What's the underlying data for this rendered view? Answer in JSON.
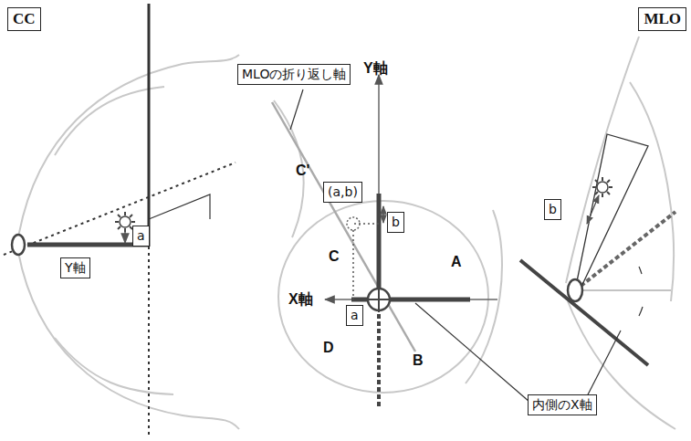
{
  "diagram": {
    "nodes": [
      {
        "text": [
          "CC"
        ]
      },
      {
        "text": [
          "MLOの折り返し軸"
        ]
      },
      {
        "text": [
          "MLO"
        ]
      },
      {
        "text": [
          "Y軸"
        ]
      },
      {
        "text": [
          "a"
        ]
      },
      {
        "text": [
          "(a,b)"
        ]
      },
      {
        "text": [
          "b"
        ]
      },
      {
        "text": [
          "a"
        ]
      },
      {
        "text": [
          "b"
        ]
      },
      {
        "text": [
          "内側のX軸"
        ]
      }
    ],
    "labels": [
      "Y軸",
      "X軸",
      "C'",
      "C",
      "A",
      "D",
      "B"
    ]
  }
}
